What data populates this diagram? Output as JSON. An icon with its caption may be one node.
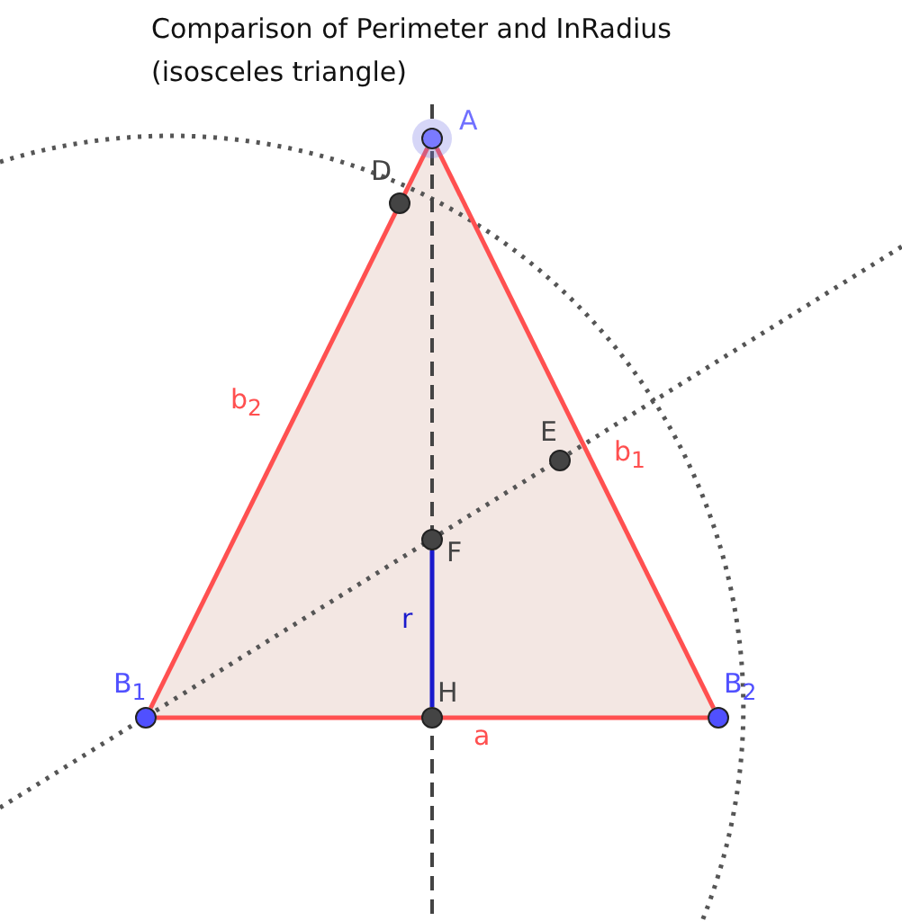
{
  "diagram": {
    "title": "Comparison of Perimeter and InRadius (isosceles triangle)",
    "nodes": [
      {
        "text": [
          "A"
        ]
      },
      {
        "text": [
          "D"
        ]
      },
      {
        "text": [
          "E"
        ]
      },
      {
        "text": [
          "F"
        ]
      },
      {
        "text": [
          "B$_{1}$"
        ]
      },
      {
        "text": [
          "H"
        ]
      },
      {
        "text": [
          "B$_{2}$"
        ]
      }
    ],
    "edges": [
      {
        "from": 0,
        "to": 4,
        "arrow": "none",
        "label": "b$_{2}$"
      },
      {
        "from": 0,
        "to": 6,
        "arrow": "none",
        "label": "b$_{1}$"
      },
      {
        "from": 4,
        "to": 6,
        "arrow": "none",
        "label": "a"
      },
      {
        "from": 3,
        "to": 5,
        "arrow": "none",
        "label": "r",
        "color": "#1a1acc"
      }
    ]
  }
}
